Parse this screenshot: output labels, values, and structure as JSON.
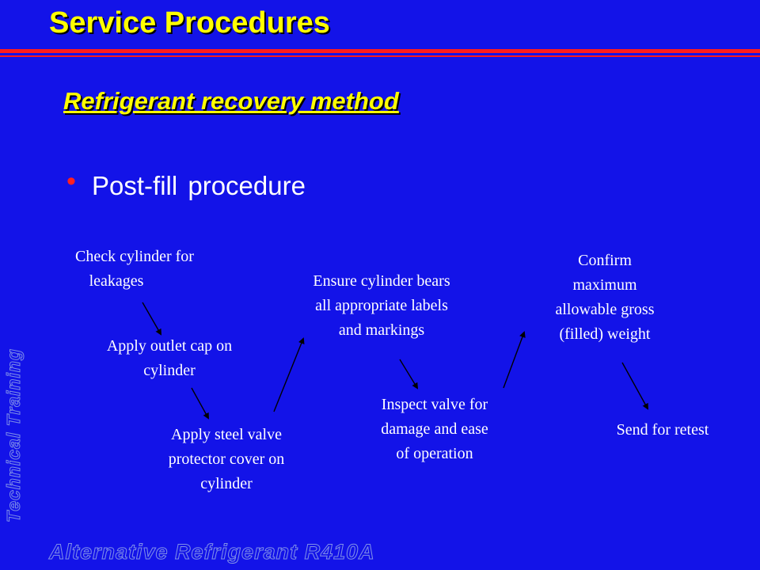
{
  "title": "Service Procedures",
  "subtitle": "Refrigerant recovery method",
  "bullet": {
    "symbol": "•",
    "text": "Post-fill procedure"
  },
  "steps": [
    {
      "id": "check",
      "lines": [
        "Check cylinder for",
        "leakages"
      ]
    },
    {
      "id": "outlet-cap",
      "lines": [
        "Apply outlet cap on",
        "cylinder"
      ]
    },
    {
      "id": "steel-cover",
      "lines": [
        "Apply steel valve",
        "protector cover on",
        "cylinder"
      ]
    },
    {
      "id": "labels",
      "lines": [
        "Ensure cylinder bears",
        "all appropriate labels",
        "and markings"
      ]
    },
    {
      "id": "inspect-valve",
      "lines": [
        "Inspect valve for",
        "damage and ease",
        "of operation"
      ]
    },
    {
      "id": "gross-weight",
      "lines": [
        "Confirm",
        "maximum",
        "allowable gross",
        "(filled) weight"
      ]
    },
    {
      "id": "retest",
      "lines": [
        "Send for retest"
      ]
    }
  ],
  "side_label": "Technical Training",
  "footer": "Alternative Refrigerant R410A",
  "colors": {
    "background": "#1313e8",
    "title": "#ffff00",
    "rule": "#ff1c1c",
    "bullet": "#ff2020",
    "text": "#ffffff"
  }
}
